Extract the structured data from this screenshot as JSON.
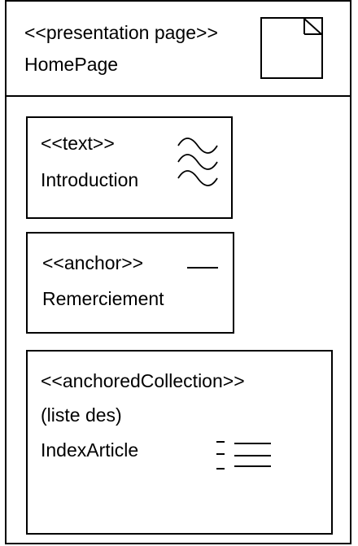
{
  "page": {
    "stereotype": "<<presentation page>>",
    "name": "HomePage",
    "icon": "page-icon"
  },
  "elements": [
    {
      "stereotype": "<<text>>",
      "name": "Introduction",
      "icon": "wavy-text-icon"
    },
    {
      "stereotype": "<<anchor>>",
      "name": "Remerciement",
      "icon": "anchor-underline-icon"
    },
    {
      "stereotype": "<<anchoredCollection>>",
      "line2": "(liste des)",
      "name": "IndexArticle",
      "icon": "list-icon"
    }
  ],
  "colors": {
    "stroke": "#000000",
    "background": "#ffffff"
  }
}
